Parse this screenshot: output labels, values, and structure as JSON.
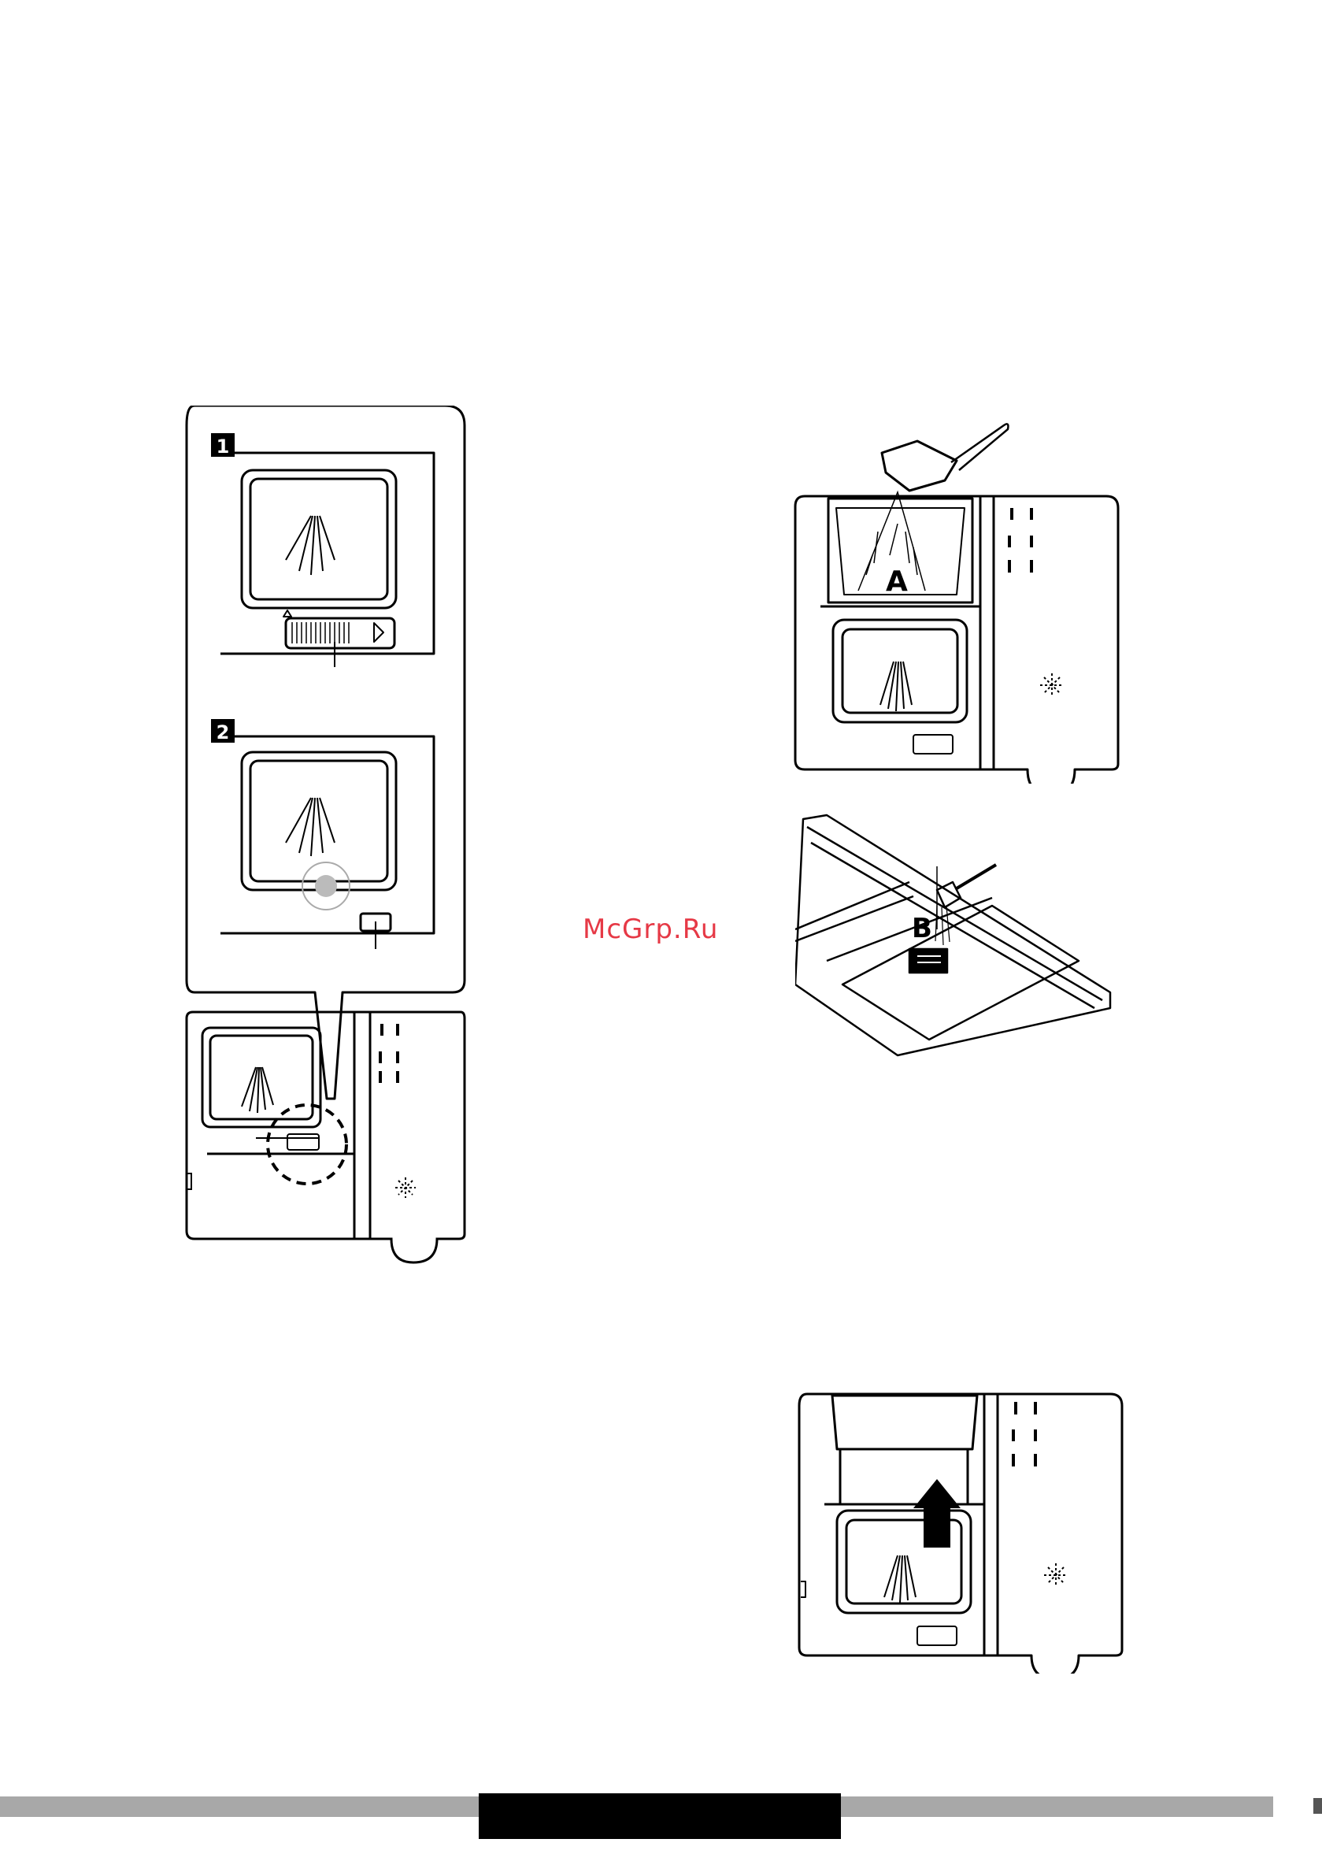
{
  "figures": {
    "dispenser_detail": {
      "step1_number": "1",
      "step2_number": "2"
    },
    "detergent_loading": {
      "label_a": "A",
      "label_b": "B"
    }
  },
  "watermark": "McGrp.Ru"
}
